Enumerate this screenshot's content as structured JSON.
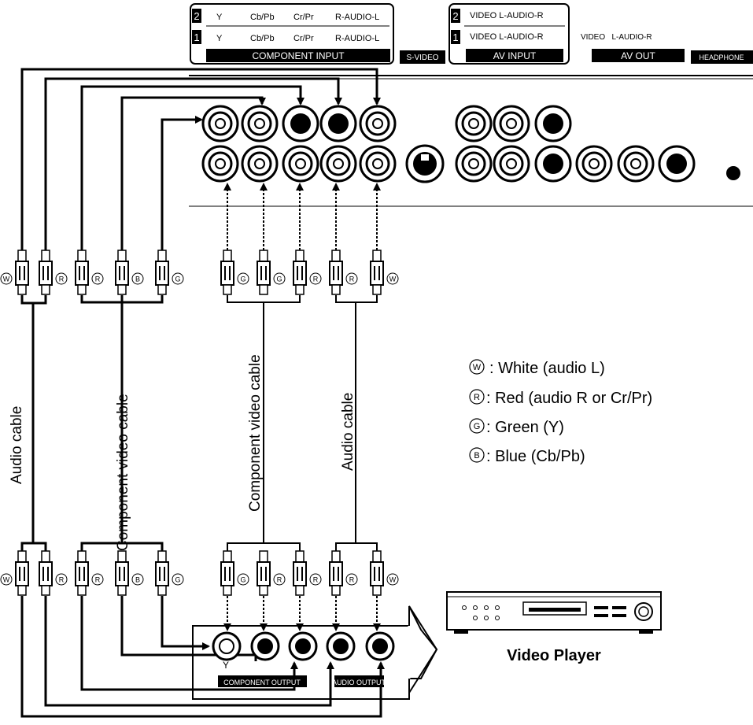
{
  "panel": {
    "row2_num": "2",
    "row1_num": "1",
    "row2": [
      "Y",
      "Cb/Pb",
      "Cr/Pr",
      "R-AUDIO-L"
    ],
    "row1": [
      "Y",
      "Cb/Pb",
      "Cr/Pr",
      "R-AUDIO-L"
    ],
    "component_input": "COMPONENT INPUT",
    "s_video": "S-VIDEO",
    "av2": "VIDEO L-AUDIO-R",
    "av1": "VIDEO L-AUDIO-R",
    "av_input": "AV INPUT",
    "av_out_top": "VIDEO   L-AUDIO-R",
    "av_out": "AV OUT",
    "headphone": "HEADPHONE"
  },
  "cables": {
    "audio_left": "Audio cable",
    "component_left": "Component video cable",
    "component_mid": "Component video cable",
    "audio_mid": "Audio cable"
  },
  "plug_marks": {
    "top": [
      "W",
      "R",
      "R",
      "B",
      "G",
      "G",
      "G",
      "R",
      "R",
      "W"
    ],
    "bottom": [
      "W",
      "R",
      "R",
      "B",
      "G",
      "G",
      "R",
      "R",
      "R",
      "W"
    ]
  },
  "legend": [
    {
      "mark": "W",
      "text": ": White (audio L)"
    },
    {
      "mark": "R",
      "text": ": Red (audio R or Cr/Pr)"
    },
    {
      "mark": "G",
      "text": ": Green (Y)"
    },
    {
      "mark": "B",
      "text": ": Blue (Cb/Pb)"
    }
  ],
  "player": {
    "y_label": "Y",
    "component_output": "COMPONENT OUTPUT",
    "audio_output": "AUDIO OUTPUT",
    "name": "Video Player"
  }
}
